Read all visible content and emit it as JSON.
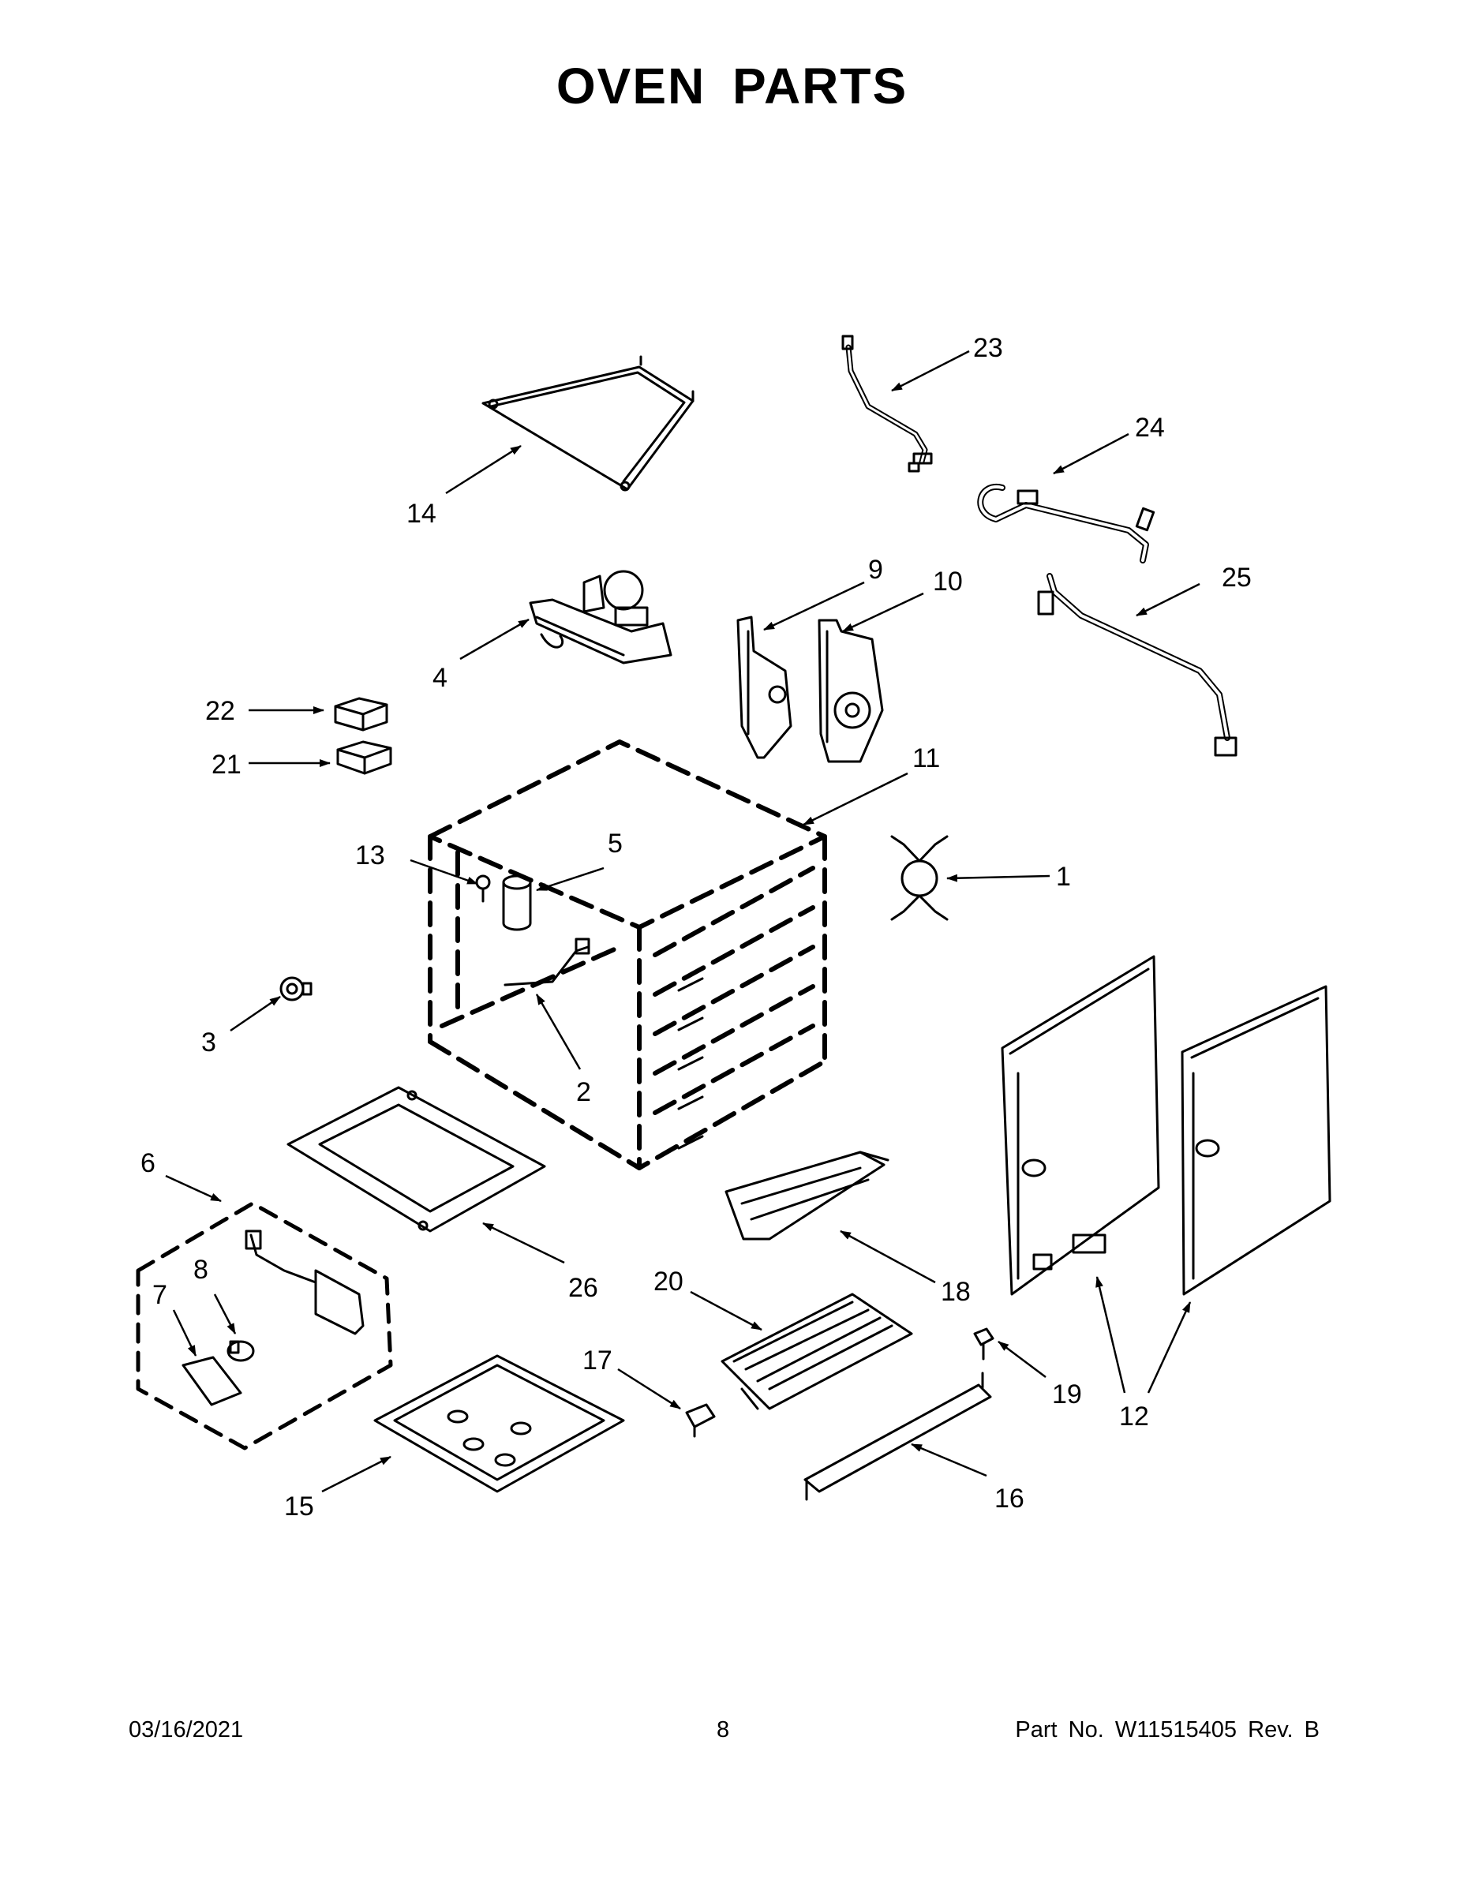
{
  "title": "OVEN PARTS",
  "footer": {
    "date": "03/16/2021",
    "page": "8",
    "part_number": "Part No.  W11515405  Rev.  B"
  },
  "callouts": {
    "c1": "1",
    "c2": "2",
    "c3": "3",
    "c4": "4",
    "c5": "5",
    "c6": "6",
    "c7": "7",
    "c8": "8",
    "c9": "9",
    "c10": "10",
    "c11": "11",
    "c12": "12",
    "c13": "13",
    "c14": "14",
    "c15": "15",
    "c16": "16",
    "c17": "17",
    "c18": "18",
    "c19": "19",
    "c20": "20",
    "c21": "21",
    "c22": "22",
    "c23": "23",
    "c24": "24",
    "c25": "25",
    "c26": "26"
  }
}
